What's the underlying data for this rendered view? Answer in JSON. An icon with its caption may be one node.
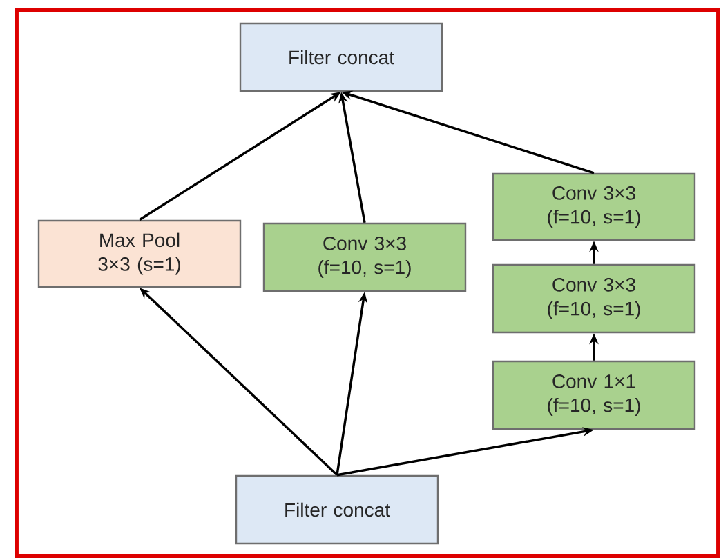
{
  "diagram": {
    "nodes": [
      {
        "text": [
          "Filter concat"
        ]
      },
      {
        "text": [
          "Max Pool 3×3 (s=1)"
        ]
      },
      {
        "text": [
          "Conv 3×3 (f=10, s=1)"
        ]
      },
      {
        "text": [
          "Conv 3×3 (f=10, s=1)"
        ]
      },
      {
        "text": [
          "Conv 3×3 (f=10, s=1)"
        ]
      },
      {
        "text": [
          "Conv 1×1 (f=10, s=1)"
        ]
      },
      {
        "text": [
          "Filter concat"
        ]
      }
    ],
    "edges": [
      {
        "from": 6,
        "to": 1,
        "arrow": "to"
      },
      {
        "from": 6,
        "to": 2,
        "arrow": "to"
      },
      {
        "from": 6,
        "to": 5,
        "arrow": "to"
      },
      {
        "from": 5,
        "to": 4,
        "arrow": "to"
      },
      {
        "from": 4,
        "to": 3,
        "arrow": "to"
      },
      {
        "from": 1,
        "to": 0,
        "arrow": "to"
      },
      {
        "from": 2,
        "to": 0,
        "arrow": "to"
      },
      {
        "from": 3,
        "to": 0,
        "arrow": "to"
      }
    ]
  }
}
